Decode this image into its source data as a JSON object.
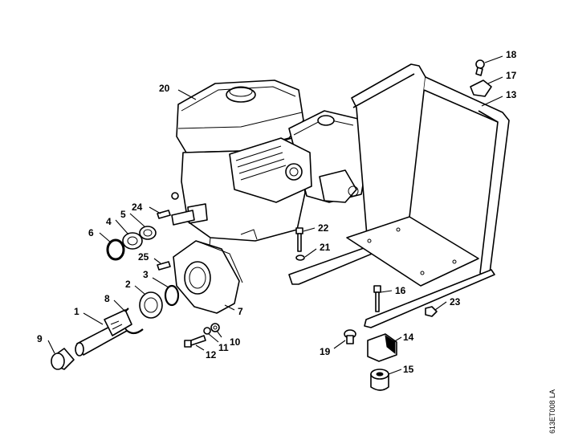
{
  "diagram": {
    "drawing_code": "613ET008 LA",
    "labels": [
      {
        "id": "1",
        "text": "1"
      },
      {
        "id": "2",
        "text": "2"
      },
      {
        "id": "3",
        "text": "3"
      },
      {
        "id": "4",
        "text": "4"
      },
      {
        "id": "5",
        "text": "5"
      },
      {
        "id": "6",
        "text": "6"
      },
      {
        "id": "7",
        "text": "7"
      },
      {
        "id": "8",
        "text": "8"
      },
      {
        "id": "9",
        "text": "9"
      },
      {
        "id": "10",
        "text": "10"
      },
      {
        "id": "11",
        "text": "11"
      },
      {
        "id": "12",
        "text": "12"
      },
      {
        "id": "13",
        "text": "13"
      },
      {
        "id": "14",
        "text": "14"
      },
      {
        "id": "15",
        "text": "15"
      },
      {
        "id": "16",
        "text": "16"
      },
      {
        "id": "17",
        "text": "17"
      },
      {
        "id": "18",
        "text": "18"
      },
      {
        "id": "19",
        "text": "19"
      },
      {
        "id": "20",
        "text": "20"
      },
      {
        "id": "21",
        "text": "21"
      },
      {
        "id": "22",
        "text": "22"
      },
      {
        "id": "23",
        "text": "23"
      },
      {
        "id": "24",
        "text": "24"
      },
      {
        "id": "25",
        "text": "25"
      }
    ]
  }
}
